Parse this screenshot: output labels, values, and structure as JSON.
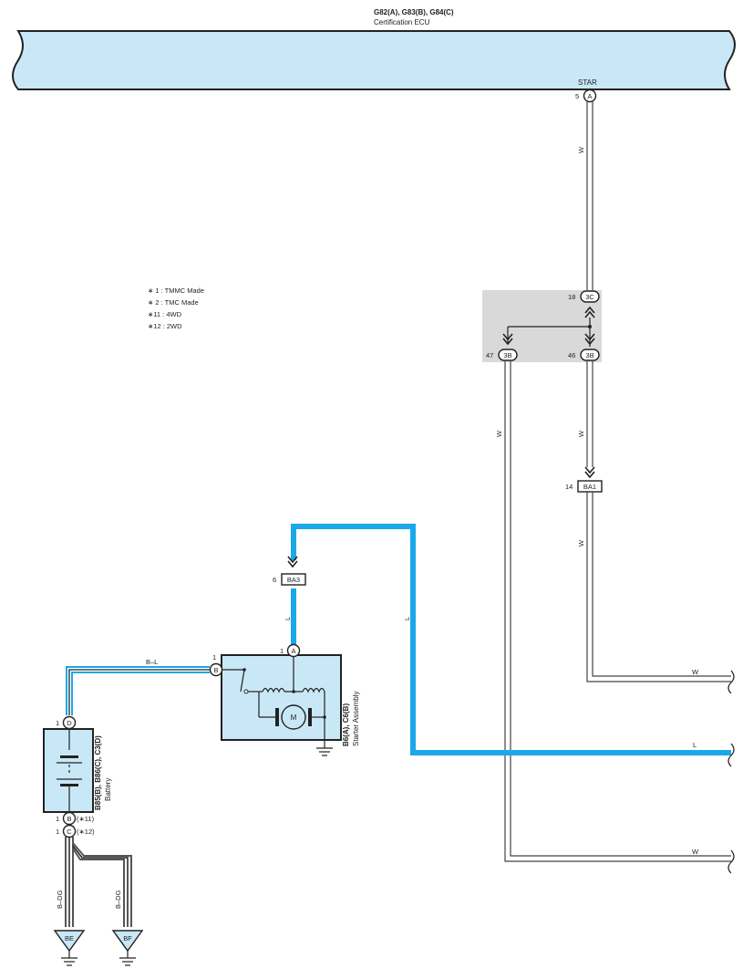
{
  "ecu": {
    "connectors": "G82(A), G83(B), G84(C)",
    "name": "Certification ECU",
    "terminal_name": "STAR",
    "pin": "5",
    "connector_letter": "A"
  },
  "legend": [
    "∗ 1 : TMMC Made",
    "∗ 2 : TMC Made",
    "∗11 : 4WD",
    "∗12 : 2WD"
  ],
  "junction": {
    "in_pin": "18",
    "in_conn": "3C",
    "out1_pin": "47",
    "out1_conn": "3B",
    "out2_pin": "46",
    "out2_conn": "3B"
  },
  "connector_ba1": {
    "pin": "14",
    "label": "BA1"
  },
  "connector_ba3": {
    "pin": "6",
    "label": "BA3"
  },
  "starter": {
    "connectors": "B6(A), C6(B)",
    "name": "Starter Assembly",
    "pinA_num": "1",
    "pinA": "A",
    "pinB_num": "1",
    "pinB": "B",
    "motor": "M"
  },
  "battery": {
    "connectors": "B85(B), B86(C), C3(D)",
    "name": "Battery",
    "pinD_num": "1",
    "pinD": "D",
    "pinB_num": "1",
    "pinB": "B",
    "pinB_note": "(∗11)",
    "pinC_num": "1",
    "pinC": "C",
    "pinC_note": "(∗12)"
  },
  "wires": {
    "w1": "W",
    "w2": "W",
    "w3": "W",
    "w4": "W",
    "w_right_top": "W",
    "w_right_bottom": "W",
    "l_vert": "L",
    "l_horiz": "L",
    "l_short": "L",
    "bl": "B–L",
    "bdg1": "B–DG",
    "bdg2": "B–DG"
  },
  "grounds": {
    "g1": "BE",
    "g2": "BF"
  },
  "colors": {
    "ecu_fill": "#c9e8f7",
    "box_fill": "#c9e8f7",
    "junction_fill": "#d9d9d9",
    "wire_blue": "#1ba8e8"
  }
}
